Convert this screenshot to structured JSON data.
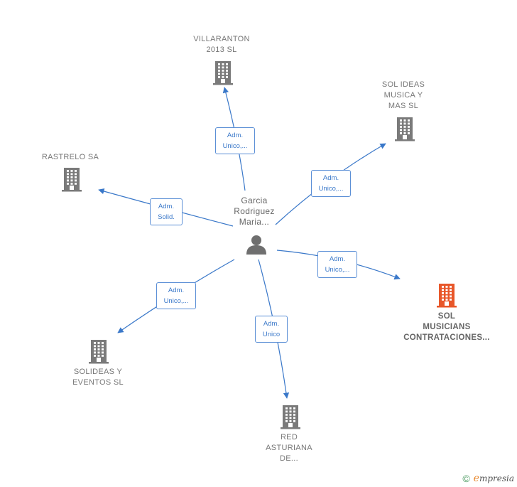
{
  "center": {
    "name_lines": [
      "Garcia",
      "Rodriguez",
      "Maria..."
    ]
  },
  "companies": [
    {
      "id": "villaranton",
      "lines": [
        "VILLARANTON",
        "2013 SL"
      ],
      "highlight": false
    },
    {
      "id": "sol-ideas",
      "lines": [
        "SOL IDEAS",
        "MUSICA Y",
        "MAS  SL"
      ],
      "highlight": false
    },
    {
      "id": "rastrelo",
      "lines": [
        "RASTRELO SA"
      ],
      "highlight": false
    },
    {
      "id": "sol-musicians",
      "lines": [
        "SOL",
        "MUSICIANS",
        "CONTRATACIONES..."
      ],
      "highlight": true
    },
    {
      "id": "solideas-eventos",
      "lines": [
        "SOLIDEAS Y",
        "EVENTOS  SL"
      ],
      "highlight": false
    },
    {
      "id": "red-asturiana",
      "lines": [
        "RED",
        "ASTURIANA",
        "DE..."
      ],
      "highlight": false
    }
  ],
  "relations": [
    {
      "to": "villaranton",
      "lines": [
        "Adm.",
        "Unico,..."
      ]
    },
    {
      "to": "sol-ideas",
      "lines": [
        "Adm.",
        "Unico,..."
      ]
    },
    {
      "to": "rastrelo",
      "lines": [
        "Adm.",
        "Solid."
      ]
    },
    {
      "to": "sol-musicians",
      "lines": [
        "Adm.",
        "Unico,..."
      ]
    },
    {
      "to": "solideas-eventos",
      "lines": [
        "Adm.",
        "Unico,..."
      ]
    },
    {
      "to": "red-asturiana",
      "lines": [
        "Adm.",
        "Unico"
      ]
    }
  ],
  "colors": {
    "edge": "#3a78c9",
    "building": "#7a7a7a",
    "highlight": "#e8572a",
    "person": "#6f6f6f"
  },
  "footer": {
    "copyright": "©",
    "brand_initial": "e",
    "brand_rest": "mpresia"
  }
}
